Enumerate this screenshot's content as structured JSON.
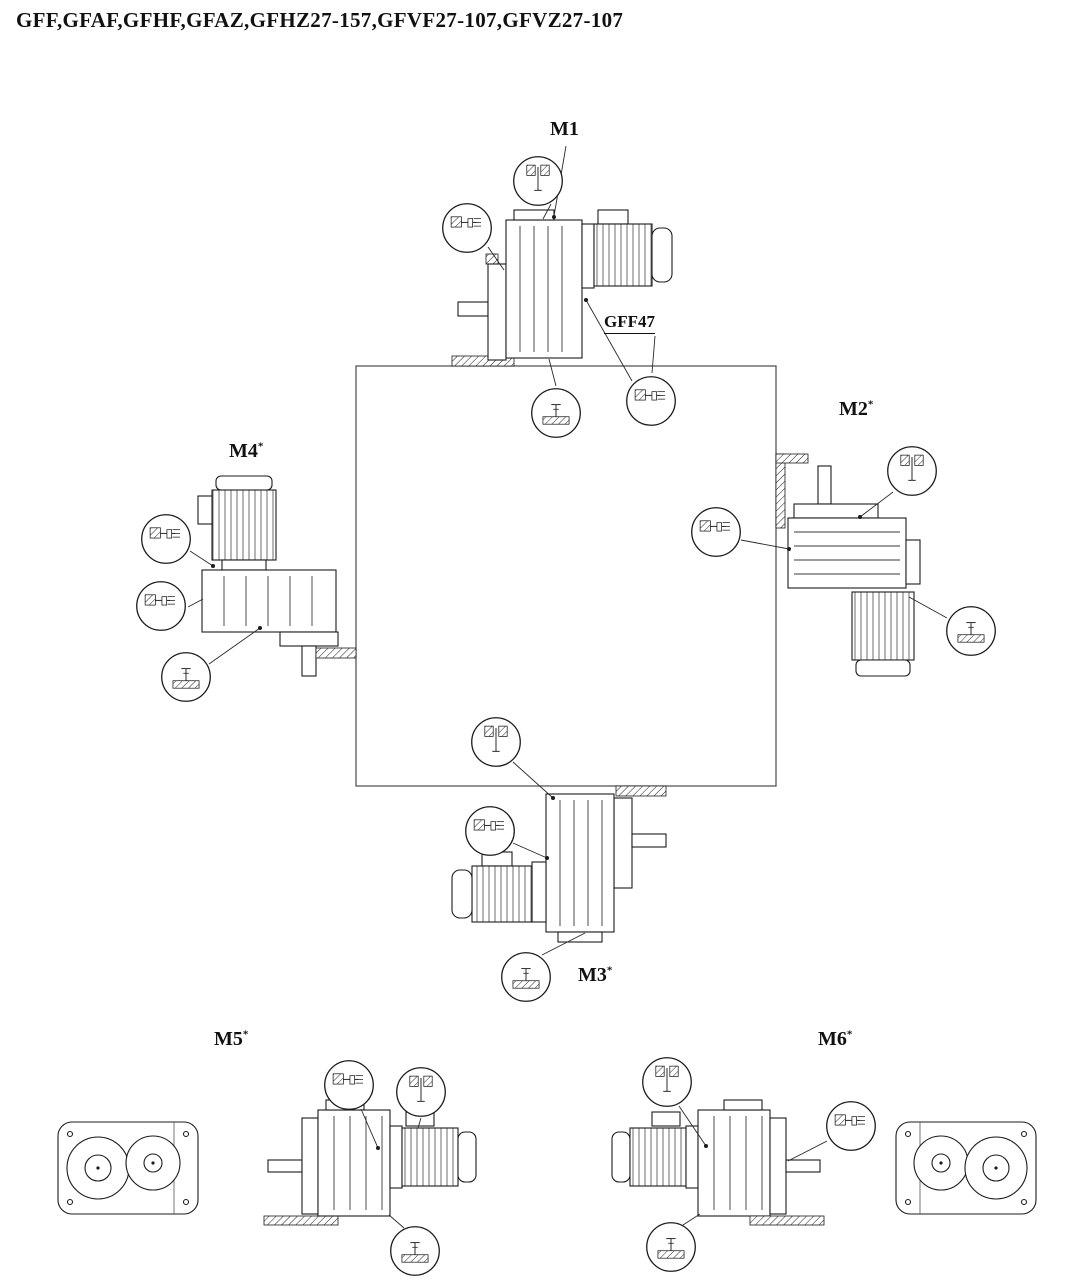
{
  "title": "GFF,GFAF,GFHF,GFAZ,GFHZ27-157,GFVF27-107,GFVZ27-107",
  "mounting_positions": {
    "m1": {
      "label": "M1",
      "star": ""
    },
    "m2": {
      "label": "M2",
      "star": "*"
    },
    "m3": {
      "label": "M3",
      "star": "*"
    },
    "m4": {
      "label": "M4",
      "star": "*"
    },
    "m5": {
      "label": "M5",
      "star": "*"
    },
    "m6": {
      "label": "M6",
      "star": "*"
    }
  },
  "callout": {
    "gearbox_model": "GFF47"
  },
  "colors": {
    "line": "#1c1c1c",
    "background": "#ffffff"
  }
}
